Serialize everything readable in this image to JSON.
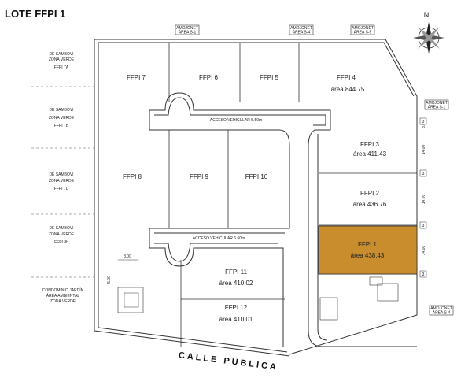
{
  "title": "LOTE FFPI 1",
  "north_label": "N",
  "street": "CALLE PUBLICA",
  "access_top": "ACCESO VEHICULAR 5.50m",
  "access_bottom": "ACCESO VEHICULAR 6.60m",
  "dim_300_h": "3.00",
  "dim_500_v": "5.00",
  "dim_300_right": "3.00",
  "dim_1400_a": "14.00",
  "dim_1400_b": "14.00",
  "dim_1400_c": "14.00",
  "markers": [
    "3",
    "3",
    "3",
    "3"
  ],
  "top_boxes": [
    {
      "l1": "AMOJONET",
      "l2": "ÀREA S-1"
    },
    {
      "l1": "AMOJONET",
      "l2": "ÀREA S-4"
    },
    {
      "l1": "AMOJONET",
      "l2": "ÀREA S-5"
    }
  ],
  "amojonet_right_top": {
    "l1": "AMOJONET",
    "l2": "ÀREA S-1"
  },
  "amojonet_right_bottom": {
    "l1": "AMOJONET",
    "l2": "ÀREA S-4"
  },
  "left_labels": [
    {
      "l1": "DE SAMBOVI",
      "l2": "ZONA VERDE",
      "l3": "FFPI 7A"
    },
    {
      "l1": "DE SAMBOVI",
      "l2": "ZONA VERDE",
      "l3": "FFPI 7B"
    },
    {
      "l1": "DE SAMBOVI",
      "l2": "ZONA VERDE",
      "l3": "FFPI 7D"
    },
    {
      "l1": "DE SAMBOVI",
      "l2": "ZONA VERDE",
      "l3": "FFPI 8b"
    }
  ],
  "condominio": {
    "l1": "CONDOMINIO JARDÍN",
    "l2": "ÁREA AMBIENTAL",
    "l3": "ZONA VERDE"
  },
  "lots": {
    "ffpi7": {
      "name": "FFPI 7"
    },
    "ffpi6": {
      "name": "FFPI 6"
    },
    "ffpi5": {
      "name": "FFPI 5"
    },
    "ffpi4": {
      "name": "FFPI 4",
      "area": "área   844.75"
    },
    "ffpi3": {
      "name": "FFPI 3",
      "area": "área   411.43"
    },
    "ffpi2": {
      "name": "FFPI 2",
      "area": "área   436.76"
    },
    "ffpi1": {
      "name": "FFPI 1",
      "area": "área   438.43"
    },
    "ffpi8": {
      "name": "FFPI 8"
    },
    "ffpi9": {
      "name": "FFPI 9"
    },
    "ffpi10": {
      "name": "FFPI 10"
    },
    "ffpi11": {
      "name": "FFPI 11",
      "area": "área   410.02"
    },
    "ffpi12": {
      "name": "FFPI 12",
      "area": "área   410.01"
    }
  },
  "colors": {
    "highlight": "#c98d2e",
    "lines": "#333333"
  }
}
